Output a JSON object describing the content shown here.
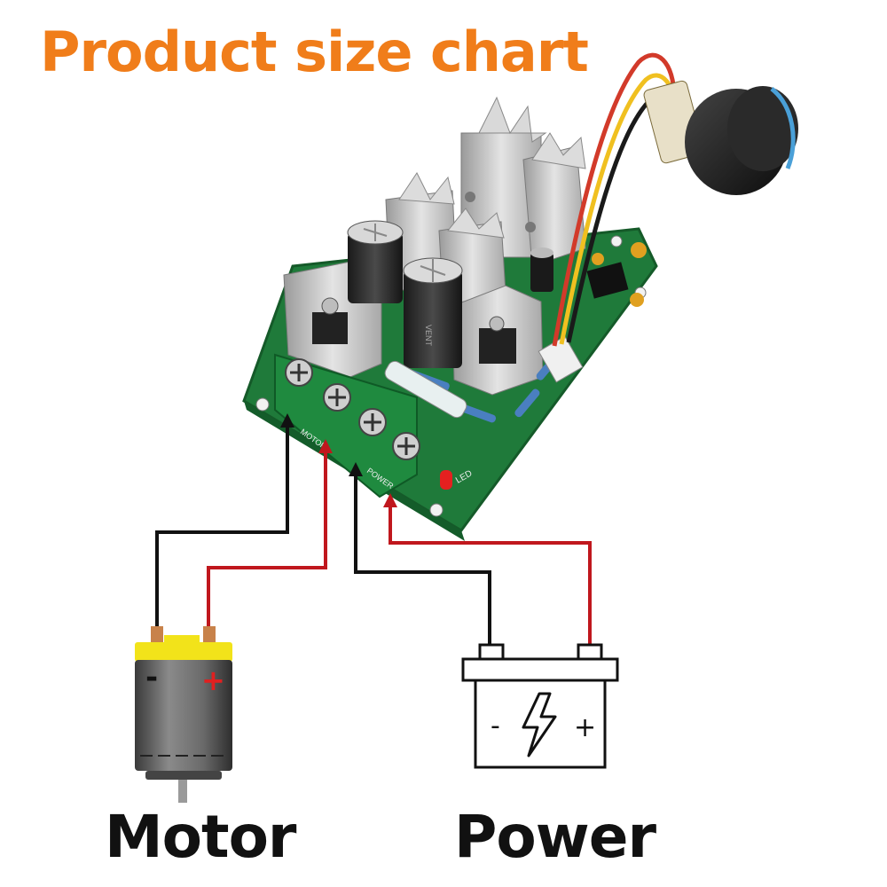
{
  "title": "Product size chart",
  "labels": {
    "motor": "Motor",
    "power": "Power"
  },
  "motor_symbols": {
    "minus": "-",
    "plus": "+"
  },
  "battery_symbols": {
    "minus": "-",
    "plus": "+"
  },
  "board_text": {
    "motor_terminal": "MOTOR",
    "power_terminal": "POWER",
    "led": "LED",
    "cap": "VENT"
  },
  "colors": {
    "title": "#f07d1a",
    "wire_negative": "#111111",
    "wire_positive": "#c0171d",
    "pcb": "#1f7a3a",
    "motor_cap": "#f2e31a"
  },
  "icons": [
    "potentiometer-knob-icon",
    "heatsink-icon",
    "capacitor-icon",
    "terminal-screw-icon",
    "lightning-bolt-icon",
    "dc-motor-icon",
    "battery-icon"
  ]
}
